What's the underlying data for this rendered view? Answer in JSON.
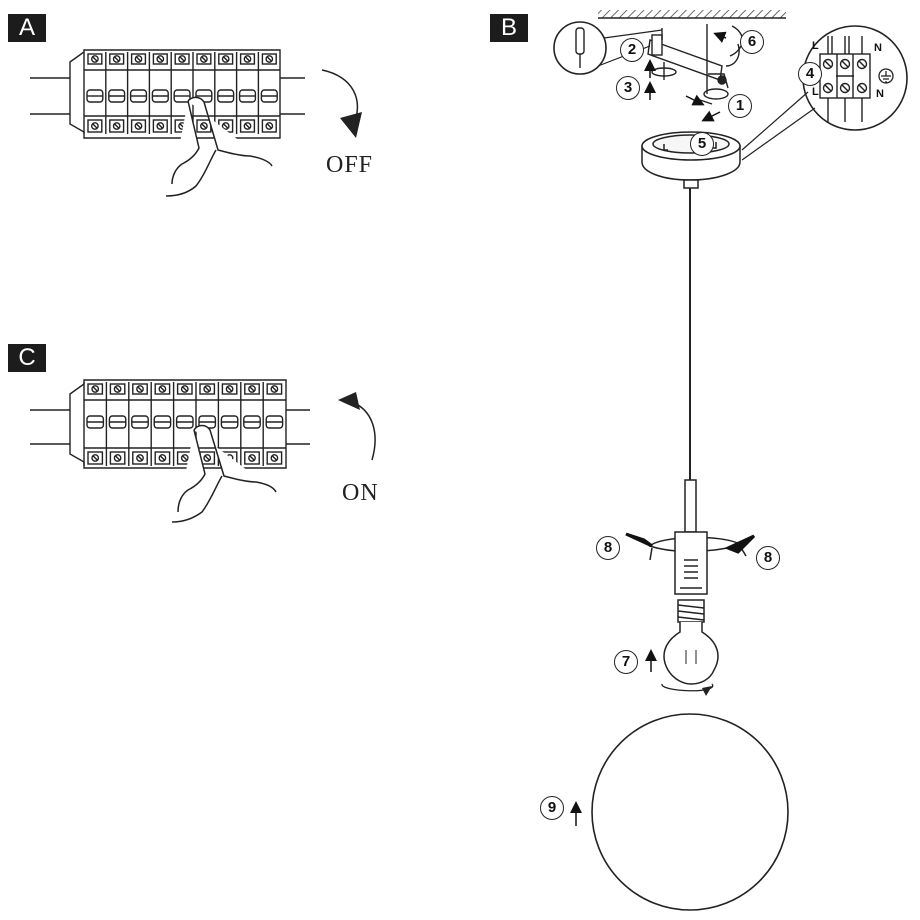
{
  "panels": {
    "a": {
      "label": "A",
      "caption": "OFF"
    },
    "b": {
      "label": "B"
    },
    "c": {
      "label": "C",
      "caption": "ON"
    }
  },
  "steps": [
    "1",
    "2",
    "3",
    "4",
    "5",
    "6",
    "7",
    "8",
    "8",
    "9"
  ],
  "terminal_labels": {
    "top_left": "L",
    "top_right": "N",
    "bottom_left": "L",
    "bottom_right": "N"
  },
  "icons": [
    "hand-icon",
    "rotate-arrow-icon",
    "ground-symbol-icon",
    "screwdriver-icon",
    "bulb-icon",
    "globe-shade"
  ]
}
